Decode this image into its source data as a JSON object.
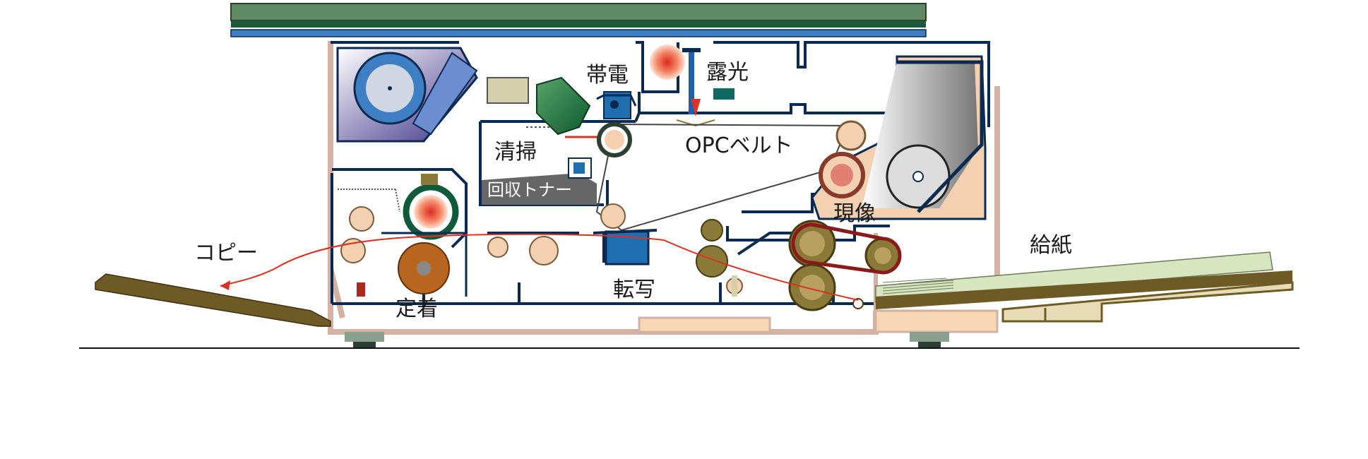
{
  "labels": {
    "charging": "帯電",
    "exposure": "露光",
    "cleaning": "清掃",
    "recovered_toner": "回収トナー",
    "opc_belt": "OPCベルト",
    "development": "現像",
    "transfer": "転写",
    "fixing": "定着",
    "copy": "コピー",
    "paper_feed": "給紙"
  },
  "colors": {
    "frame": "#0b2a52",
    "housing": "#d3b1a3",
    "platen_top": "#5f8a63",
    "platen_glass": "#3d7fc2",
    "toner_gray": "#666666",
    "fuser_red": "#e0322a",
    "paper_path": "#d83322",
    "output_tray": "#6e5a25",
    "feed_paper": "#d7e5c0",
    "copper_roller": "#b8651f",
    "olive_roller": "#8a7a3a",
    "developer_peach": "#f3d0b0",
    "belt_line": "#444444"
  }
}
